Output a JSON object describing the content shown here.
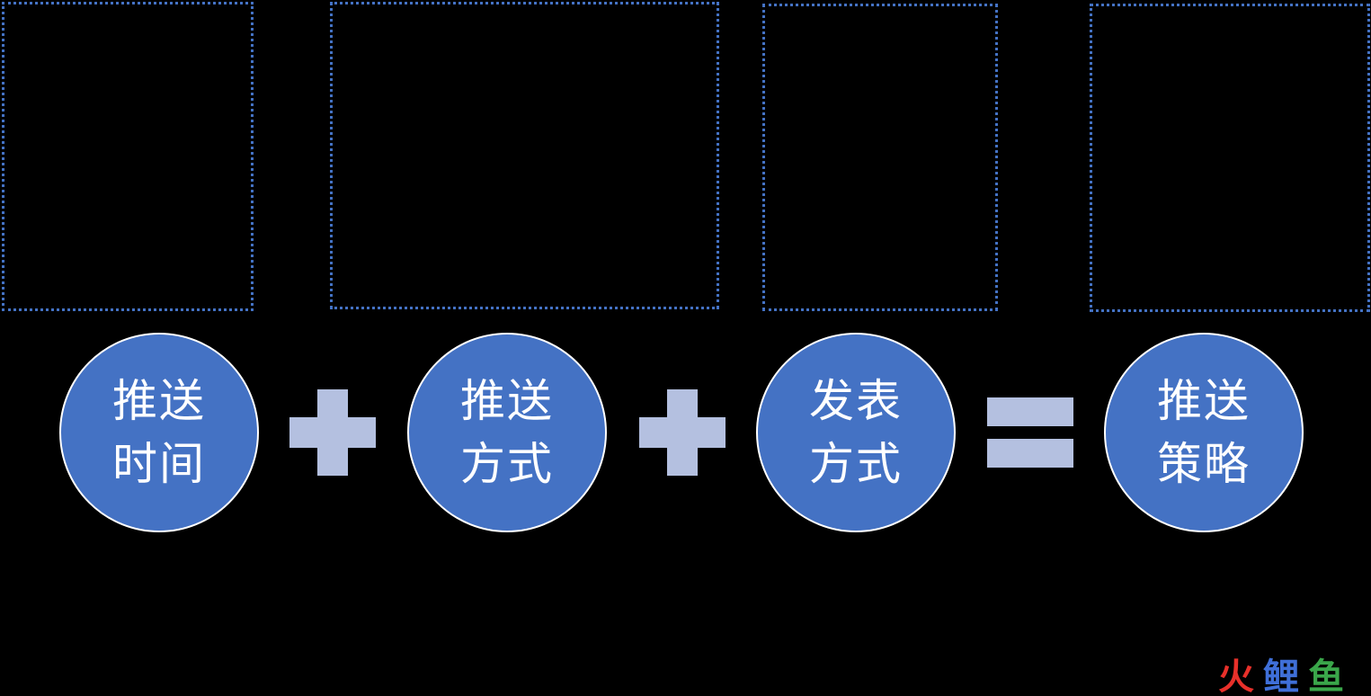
{
  "colors": {
    "background": "#000000",
    "circle_fill": "#4472c4",
    "circle_border": "#ffffff",
    "operator": "#b4c0e0",
    "dashed_border": "#4472c4"
  },
  "circles": [
    {
      "line1": "推送",
      "line2": "时间"
    },
    {
      "line1": "推送",
      "line2": "方式"
    },
    {
      "line1": "发表",
      "line2": "方式"
    },
    {
      "line1": "推送",
      "line2": "策略"
    }
  ],
  "operators": [
    "plus",
    "plus",
    "equals"
  ],
  "logo": {
    "text": "火鲤鱼",
    "colors": [
      "#e8302a",
      "#3f6fd8",
      "#3aa64a"
    ]
  }
}
